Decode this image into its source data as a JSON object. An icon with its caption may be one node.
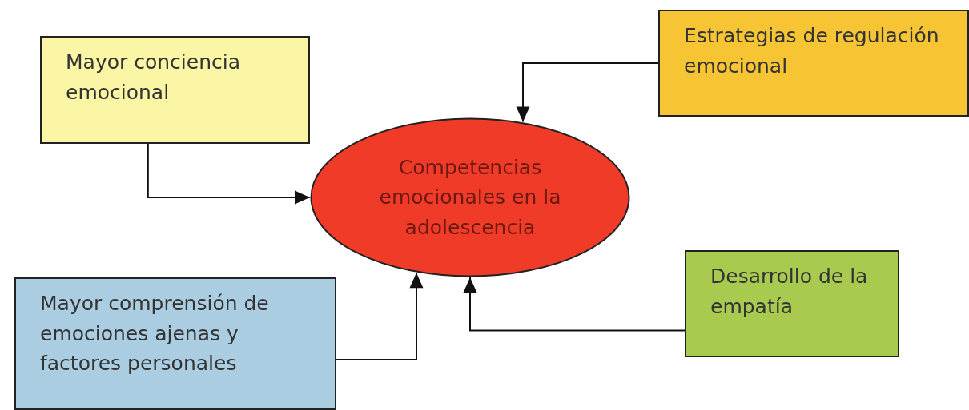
{
  "diagram": {
    "nodes": [
      {
        "text": [
          "Mayor conciencia emocional"
        ]
      },
      {
        "text": [
          "Estrategias de regulación emocional"
        ]
      },
      {
        "text": [
          "Competencias emocionales en la adolescencia"
        ]
      },
      {
        "text": [
          "Mayor comprensión de emociones ajenas y factores personales"
        ]
      },
      {
        "text": [
          "Desarrollo de la empatía"
        ]
      }
    ],
    "edges": [
      {
        "from": 0,
        "to": 2,
        "arrow": "to"
      },
      {
        "from": 1,
        "to": 2,
        "arrow": "to"
      },
      {
        "from": 3,
        "to": 2,
        "arrow": "to"
      },
      {
        "from": 4,
        "to": 2,
        "arrow": "to"
      }
    ]
  }
}
